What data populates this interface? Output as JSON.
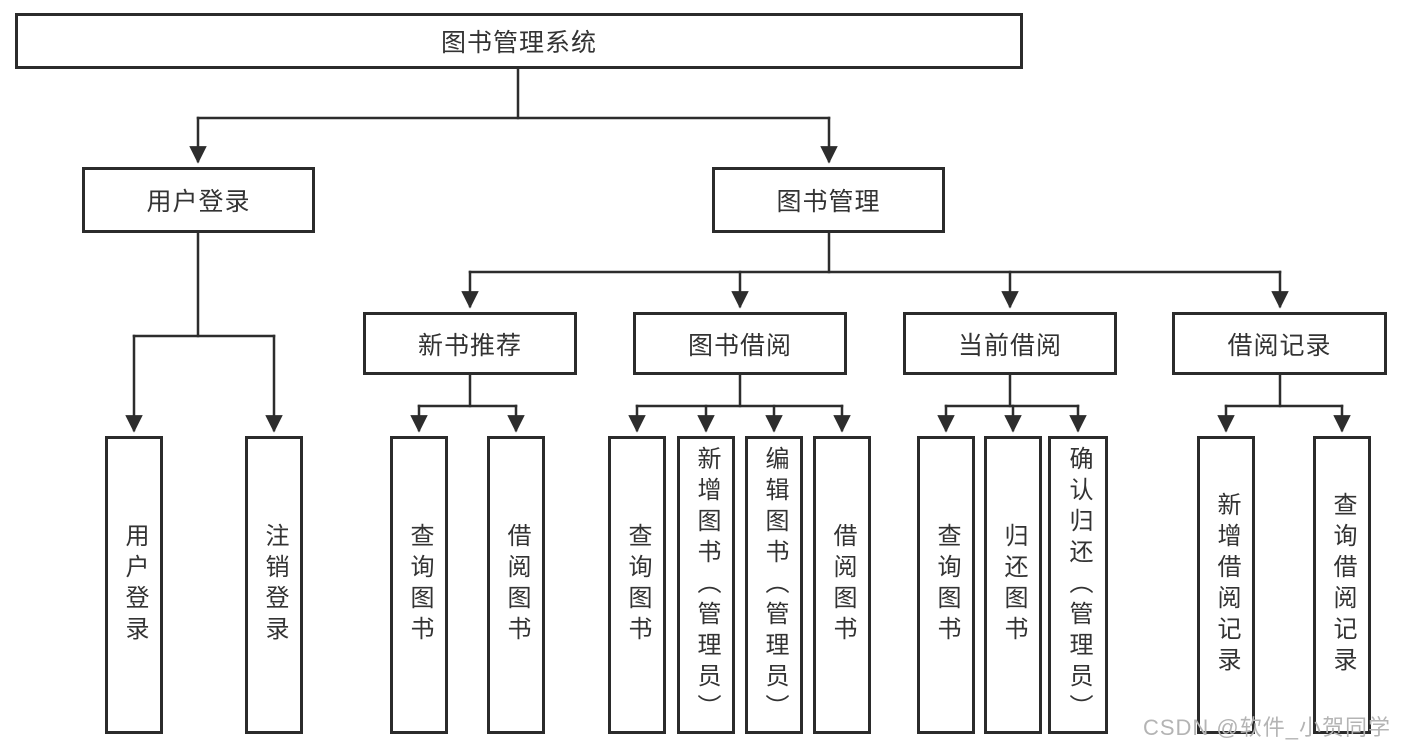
{
  "nodes": {
    "root": {
      "label": "图书管理系统"
    },
    "user_login": {
      "label": "用户登录"
    },
    "book_management": {
      "label": "图书管理"
    },
    "new_book_recommend": {
      "label": "新书推荐"
    },
    "book_borrowing": {
      "label": "图书借阅"
    },
    "current_borrowing": {
      "label": "当前借阅"
    },
    "borrowing_records": {
      "label": "借阅记录"
    },
    "leaf_user_login": {
      "label": "用户登录"
    },
    "leaf_logout": {
      "label": "注销登录"
    },
    "leaf_query_books_recommend": {
      "label": "查询图书"
    },
    "leaf_borrow_books_recommend": {
      "label": "借阅图书"
    },
    "leaf_query_books_borrowing": {
      "label": "查询图书"
    },
    "leaf_add_books_admin": {
      "label": "新增图书（管理员）"
    },
    "leaf_edit_books_admin": {
      "label": "编辑图书（管理员）"
    },
    "leaf_borrow_books_borrowing": {
      "label": "借阅图书"
    },
    "leaf_query_books_current": {
      "label": "查询图书"
    },
    "leaf_return_books": {
      "label": "归还图书"
    },
    "leaf_confirm_return_admin": {
      "label": "确认归还（管理员）"
    },
    "leaf_add_borrow_record": {
      "label": "新增借阅记录"
    },
    "leaf_query_borrow_record": {
      "label": "查询借阅记录"
    }
  },
  "watermark": {
    "text": "CSDN @软件_小贺同学"
  },
  "colors": {
    "line": "#2d2d2d",
    "box_border": "#2b2b2b",
    "text": "#333333",
    "watermark": "#b4b4b4",
    "background": "#ffffff"
  }
}
